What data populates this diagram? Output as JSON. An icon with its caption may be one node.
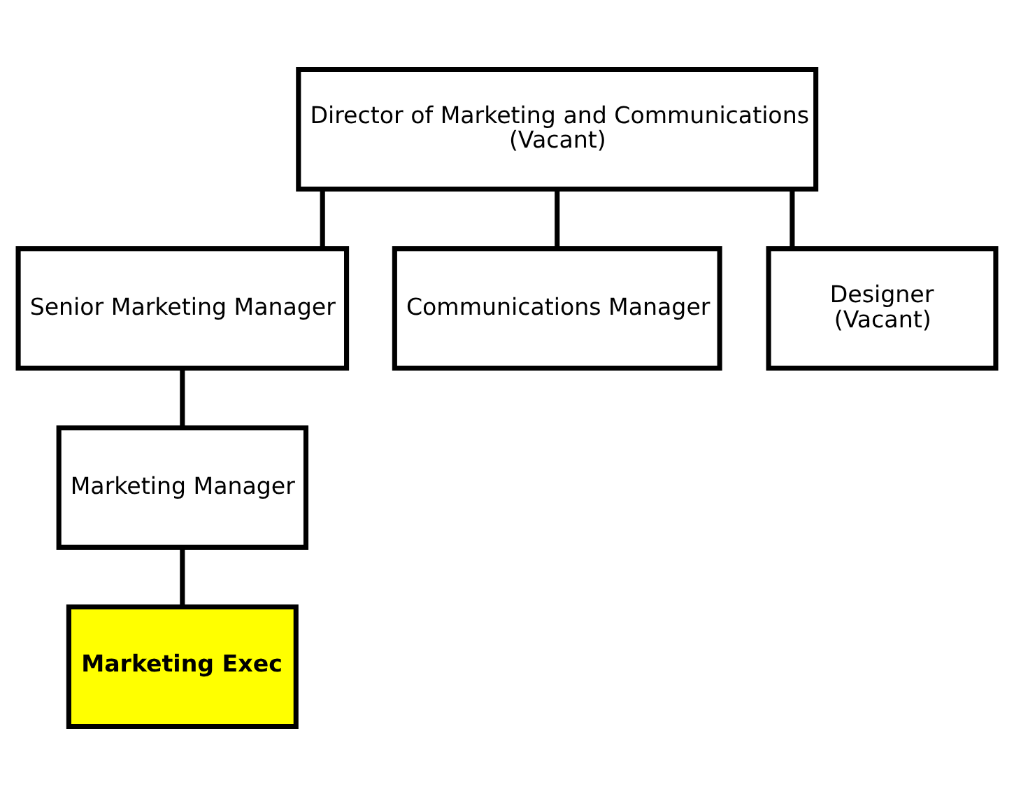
{
  "diagram": {
    "nodes": [
      {
        "text": [
          "Director of Marketing and Communications",
          "(Vacant)"
        ]
      },
      {
        "text": [
          "Senior Marketing Manager"
        ]
      },
      {
        "text": [
          "Communications Manager"
        ]
      },
      {
        "text": [
          "Designer",
          "(Vacant)"
        ]
      },
      {
        "text": [
          "Marketing Manager"
        ]
      },
      {
        "text": [
          "Marketing Exec"
        ]
      }
    ],
    "edges": [
      {
        "from": 0,
        "to": 1,
        "arrow": "none"
      },
      {
        "from": 0,
        "to": 2,
        "arrow": "none"
      },
      {
        "from": 0,
        "to": 3,
        "arrow": "none"
      },
      {
        "from": 1,
        "to": 4,
        "arrow": "none"
      },
      {
        "from": 4,
        "to": 5,
        "arrow": "none"
      }
    ]
  }
}
